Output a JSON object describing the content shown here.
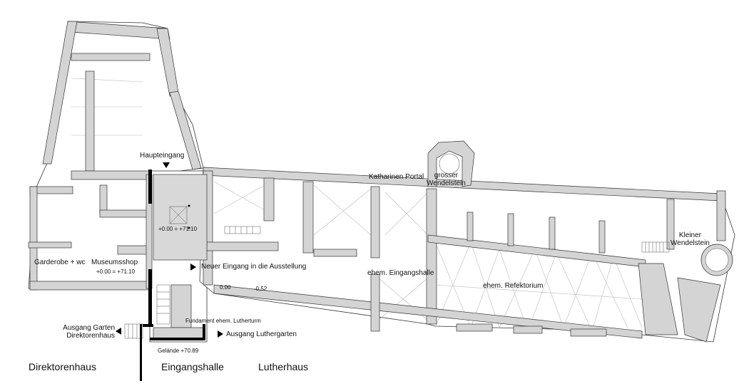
{
  "labels": {
    "haupteingang": "Haupteingang",
    "katharinen_portal": "Katharinen Portal",
    "grosser_wendelstein": [
      "grosser",
      "Wendelstein"
    ],
    "kleiner_wendelstein": [
      "Kleiner",
      "Wendelstein"
    ],
    "level_hall": "+0.00 = +71.10",
    "garderobe": "Garderobe + wc",
    "museumsshop": "Museumsshop",
    "level_shop": "+0.00 = +71.10",
    "neuer_eingang": "Neuer Eingang in die Ausstellung",
    "level_0": "0.00",
    "level_neg": "-0,52",
    "ehem_eingangshalle": "ehem. Eingangshalle",
    "ehem_refektorium": "ehem. Refektorium",
    "fundament": "Fundament ehem. Lutherturm",
    "ausgang_garten": [
      "Ausgang Garten",
      "Direktorenhaus"
    ],
    "ausgang_luthergarten": "Ausgang Luthergarten",
    "gelaende": "Gelände +70.89"
  },
  "buildings": [
    "Direktorenhaus",
    "Eingangshalle",
    "Lutherhaus"
  ],
  "colors": {
    "wall": "#d4d4d4",
    "outline": "#333333",
    "vault": "#bbbbbb",
    "new": "#000000"
  }
}
